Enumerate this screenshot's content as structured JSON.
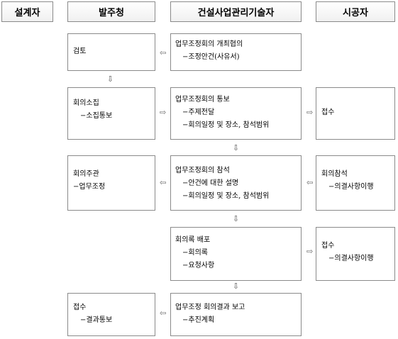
{
  "headers": {
    "designer": "설계자",
    "client": "발주청",
    "cm": "건설사업관리기술자",
    "contractor": "시공자"
  },
  "arrows": {
    "right": "⇨",
    "left": "⇦",
    "down": "⇩"
  },
  "rows": [
    {
      "cm": [
        "업무조정회의 개최협의",
        "−조정안건(사유서)"
      ],
      "client": [
        "검토"
      ]
    },
    {
      "client": [
        "회의소집",
        "−소집통보"
      ],
      "cm": [
        "업무조정회의 통보",
        "−주제전달",
        "−회의일정 및 장소, 참석범위"
      ],
      "contractor": [
        "접수"
      ]
    },
    {
      "client": [
        "회의주관",
        "−업무조정"
      ],
      "cm": [
        "업무조정회의 참석",
        "−안건에 대한 설명",
        "−회의일정 및 장소, 참석범위"
      ],
      "contractor": [
        "회의참석",
        "−의결사항이행"
      ]
    },
    {
      "cm": [
        "회의록 배포",
        "−회의록",
        "−요청사항"
      ],
      "contractor": [
        "접수",
        "−의결사항이행"
      ]
    },
    {
      "client": [
        "접수",
        "−결과통보"
      ],
      "cm": [
        "업무조정 회의결과 보고",
        "−추진계획"
      ]
    }
  ]
}
